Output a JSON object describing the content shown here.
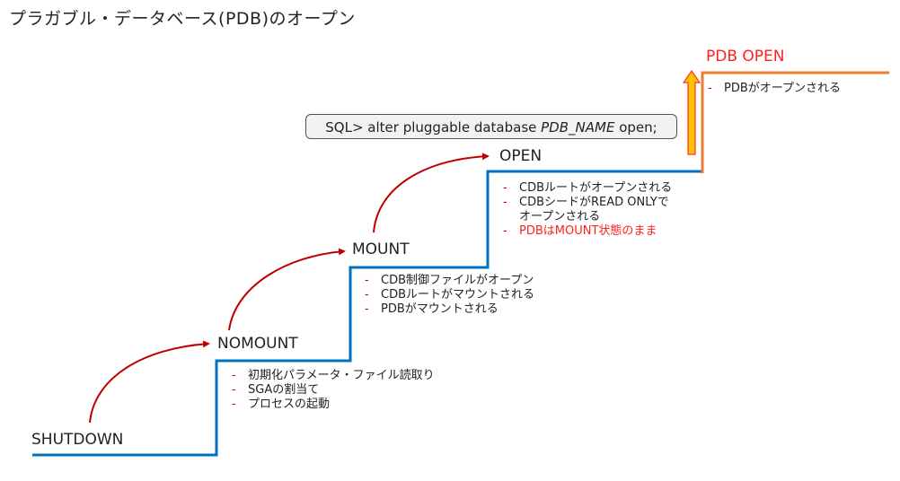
{
  "title": "プラガブル・データベース(PDB)のオープン",
  "colors": {
    "step_line": "#0070c0",
    "pdb_line": "#ed7d31",
    "arrow_curve": "#c00000",
    "up_arrow_fill": "#ffc000",
    "up_arrow_stroke": "#ff0000",
    "highlight_text": "#ff2020",
    "bullet_dash": "#c00000"
  },
  "sql_command": {
    "prefix": "SQL> alter pluggable database ",
    "placeholder": "PDB_NAME",
    "suffix": " open;"
  },
  "stages": [
    {
      "id": "shutdown",
      "label": "SHUTDOWN",
      "bullets": []
    },
    {
      "id": "nomount",
      "label": "NOMOUNT",
      "bullets": [
        {
          "text": "初期化パラメータ・ファイル読取り",
          "highlight": false
        },
        {
          "text": "SGAの割当て",
          "highlight": false
        },
        {
          "text": "プロセスの起動",
          "highlight": false
        }
      ]
    },
    {
      "id": "mount",
      "label": "MOUNT",
      "bullets": [
        {
          "text": "CDB制御ファイルがオープン",
          "highlight": false
        },
        {
          "text": "CDBルートがマウントされる",
          "highlight": false
        },
        {
          "text": "PDBがマウントされる",
          "highlight": false
        }
      ]
    },
    {
      "id": "open",
      "label": "OPEN",
      "bullets": [
        {
          "text": "CDBルートがオープンされる",
          "highlight": false
        },
        {
          "text": "CDBシードがREAD ONLYで",
          "continuation": "オープンされる",
          "highlight": false
        },
        {
          "text": "PDBはMOUNT状態のまま",
          "highlight": true
        }
      ]
    },
    {
      "id": "pdb-open",
      "label": "PDB OPEN",
      "bullets": [
        {
          "text": "PDBがオープンされる",
          "highlight": false
        }
      ]
    }
  ],
  "bullet_marker": "-"
}
